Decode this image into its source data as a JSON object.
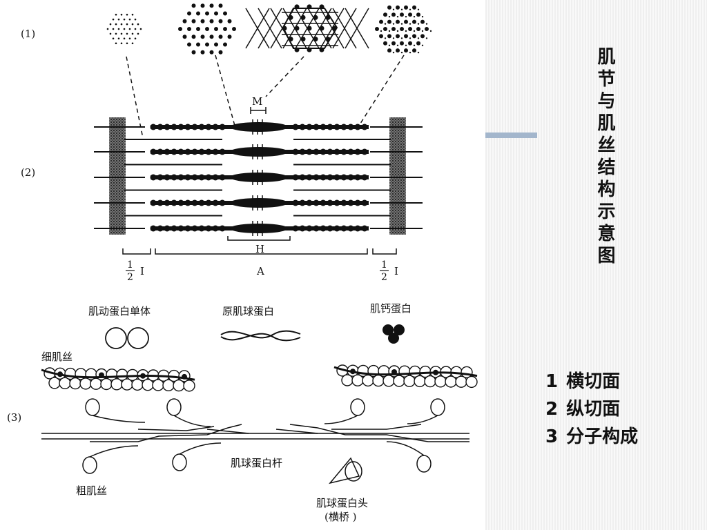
{
  "slide": {
    "title": "肌节与肌丝结构示意图",
    "accent_color": "#a3b6cc",
    "legend": [
      {
        "num": "1",
        "text": "横切面"
      },
      {
        "num": "2",
        "text": "纵切面"
      },
      {
        "num": "3",
        "text": "分子构成"
      }
    ]
  },
  "diagram": {
    "part_labels": [
      "(1)",
      "(2)",
      "(3)"
    ],
    "band_m": "M",
    "band_h": "H",
    "band_a": "A",
    "band_half_i_num": "1",
    "band_half_i_den": "2",
    "band_i": "I",
    "molecules": {
      "actin_monomer": "肌动蛋白单体",
      "tropomyosin": "原肌球蛋白",
      "troponin": "肌钙蛋白"
    },
    "thin_filament": "细肌丝",
    "thick_filament": "粗肌丝",
    "myosin_rod": "肌球蛋白杆",
    "myosin_head": "肌球蛋白头",
    "cross_bridge": "(横桥 )"
  }
}
